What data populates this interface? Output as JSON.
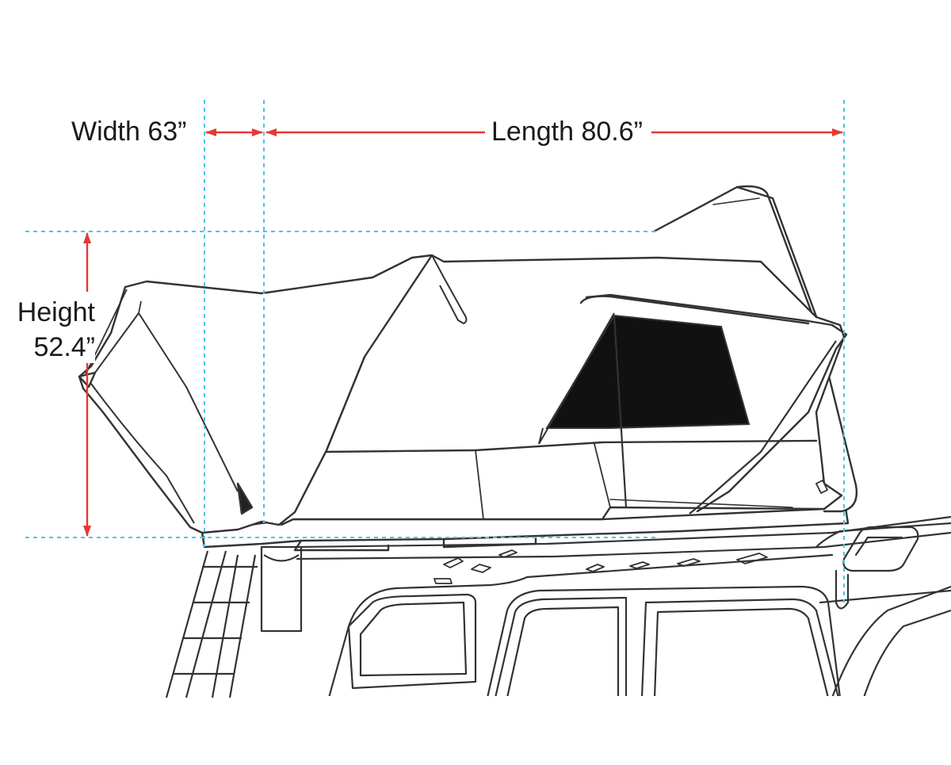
{
  "dimensions": {
    "width_label": "Width 63”",
    "length_label": "Length 80.6”",
    "height_label": "Height",
    "height_value": "52.4”"
  },
  "colors": {
    "guide_line": "#4fc3e8",
    "arrow": "#e53935",
    "outline": "#333333",
    "window": "#111111",
    "background": "#ffffff"
  }
}
